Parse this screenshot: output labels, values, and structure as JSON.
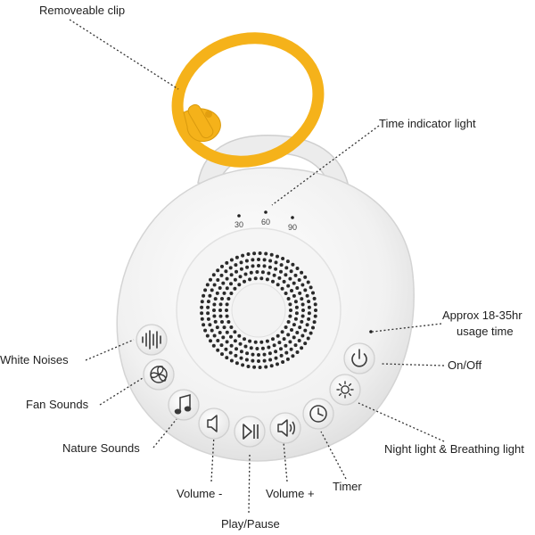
{
  "labels": {
    "removeable_clip": "Removeable clip",
    "time_indicator_light": "Time indicator light",
    "usage_line1": "Approx 18-35hr",
    "usage_line2": "usage time",
    "on_off": "On/Off",
    "white_noises": "White Noises",
    "fan_sounds": "Fan Sounds",
    "nature_sounds": "Nature Sounds",
    "night_light": "Night light & Breathing light",
    "volume_minus": "Volume -",
    "volume_plus": "Volume +",
    "timer": "Timer",
    "play_pause": "Play/Pause"
  },
  "timer_ticks": [
    "30",
    "60",
    "90"
  ],
  "colors": {
    "clip": "#F5B21A",
    "body": "#F2F2F2",
    "speaker_dots": "#2A2A2A",
    "button_icon": "#3A3A3A"
  },
  "icons": {
    "white_noises": "waveform-icon",
    "fan_sounds": "fan-icon",
    "nature_sounds": "music-note-icon",
    "volume_minus": "speaker-low-icon",
    "play_pause": "play-pause-icon",
    "volume_plus": "speaker-high-icon",
    "timer": "clock-icon",
    "night_light": "sun-icon",
    "on_off": "power-icon"
  }
}
